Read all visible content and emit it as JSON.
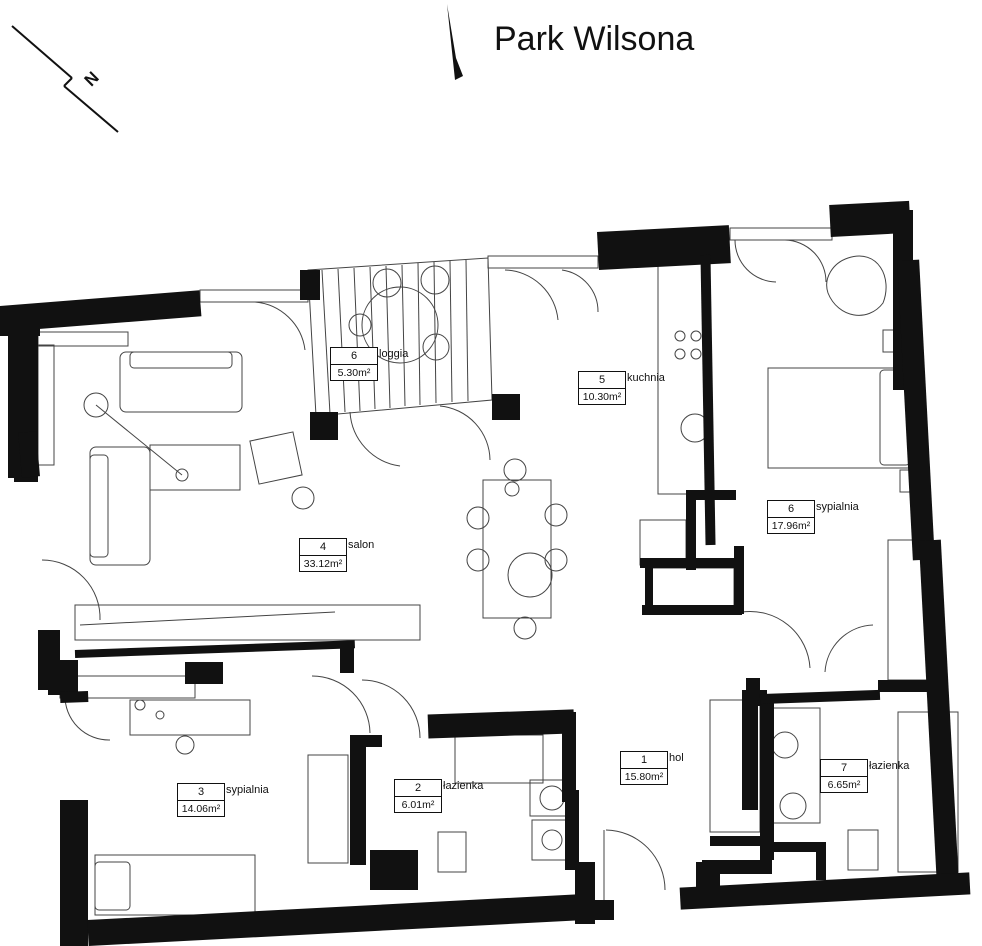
{
  "map": {
    "title": "Park Wilsona",
    "north_label": "N",
    "colors": {
      "wall": "#111111",
      "line": "#333333",
      "background": "#ffffff"
    }
  },
  "rooms": [
    {
      "number": "6",
      "name": "loggia",
      "area": "5.30m²"
    },
    {
      "number": "5",
      "name": "kuchnia",
      "area": "10.30m²"
    },
    {
      "number": "4",
      "name": "salon",
      "area": "33.12m²"
    },
    {
      "number": "6",
      "name": "sypialnia",
      "area": "17.96m²"
    },
    {
      "number": "3",
      "name": "sypialnia",
      "area": "14.06m²"
    },
    {
      "number": "2",
      "name": "łazienka",
      "area": "6.01m²"
    },
    {
      "number": "1",
      "name": "hol",
      "area": "15.80m²"
    },
    {
      "number": "7",
      "name": "łazienka",
      "area": "6.65m²"
    }
  ]
}
